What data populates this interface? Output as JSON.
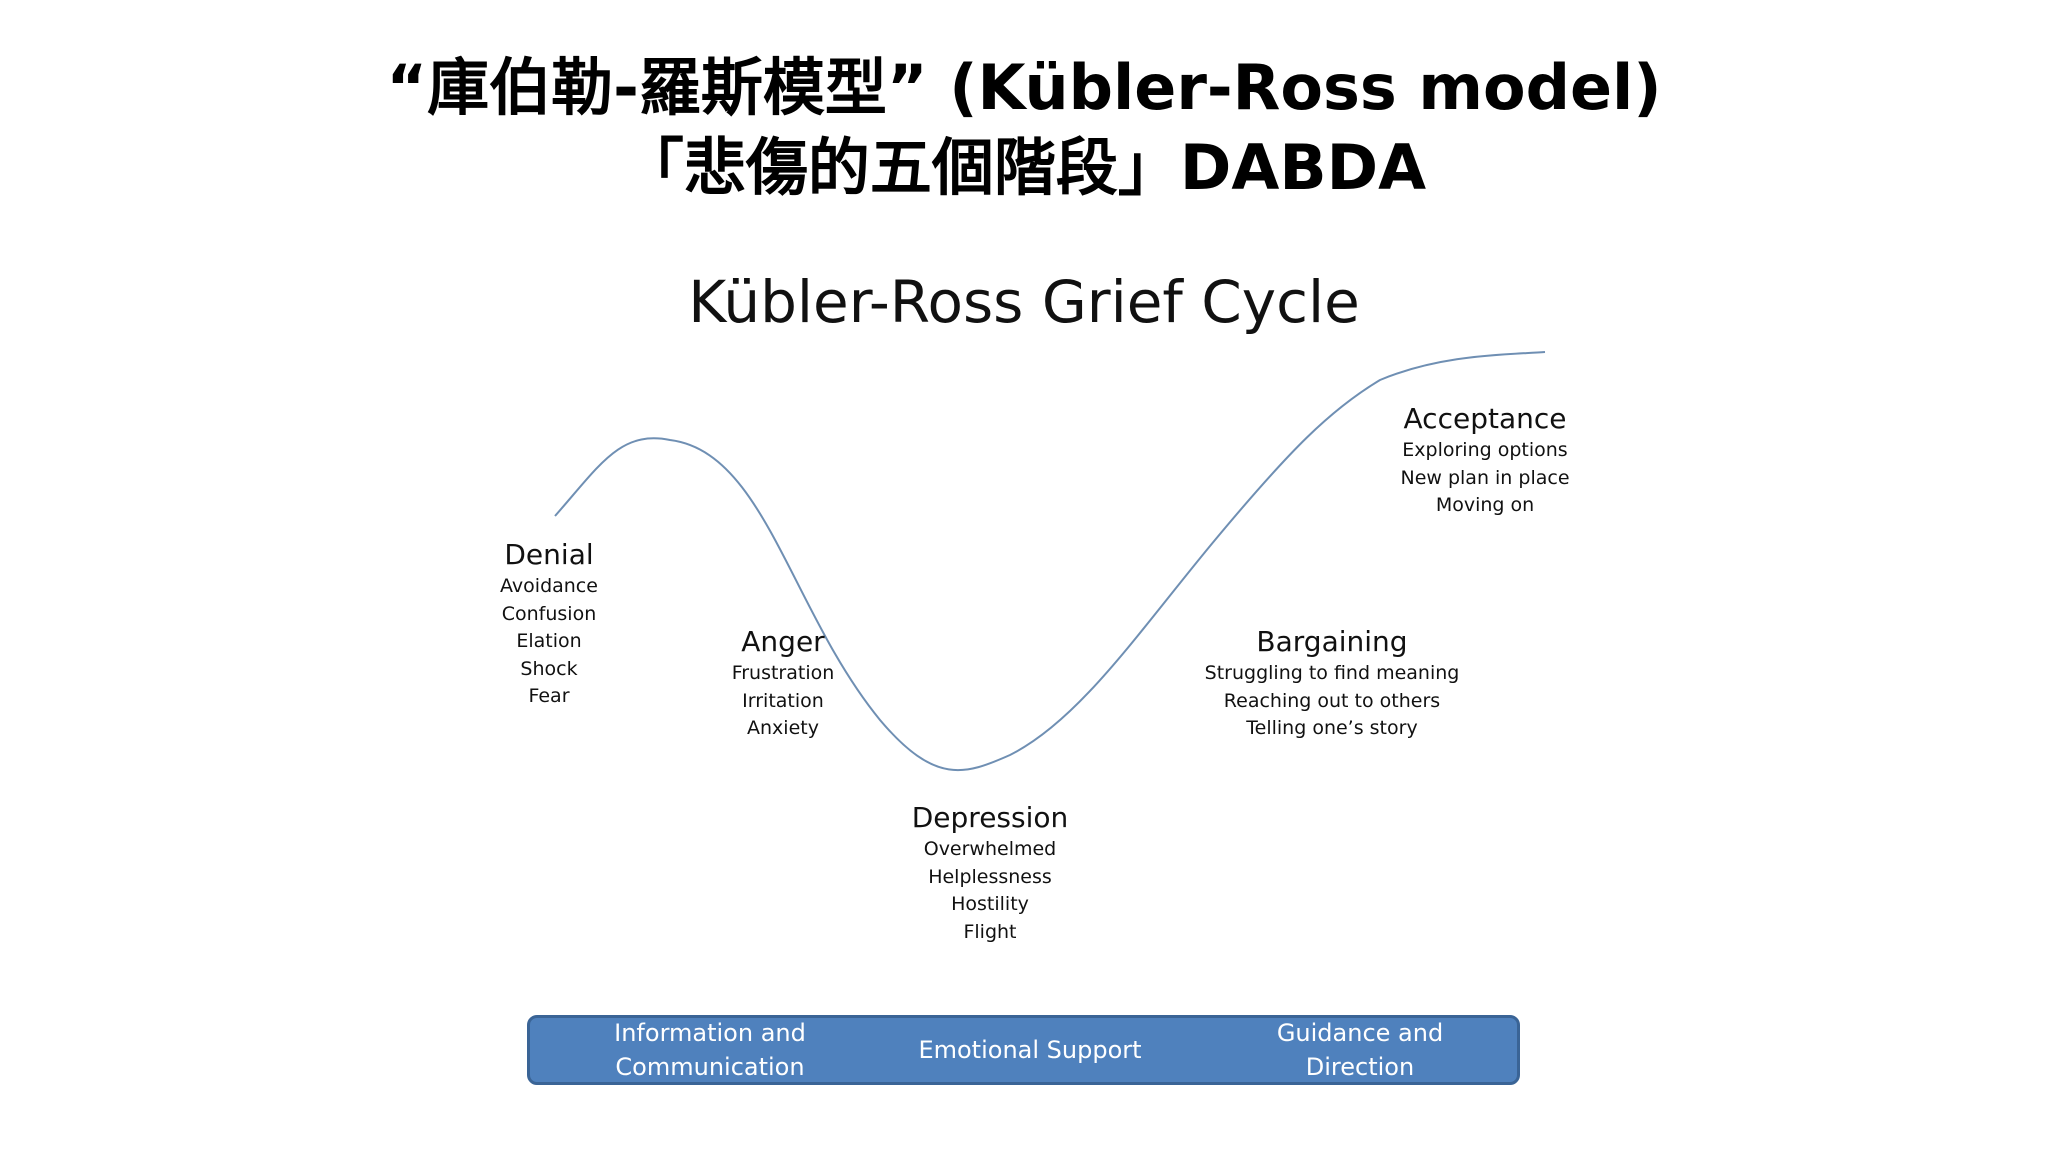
{
  "slide": {
    "title_line_1": "“庫伯勒-羅斯模型” (Kübler-Ross model)",
    "title_line_2": "「悲傷的五個階段」DABDA"
  },
  "diagram": {
    "title": "Kübler-Ross Grief Cycle",
    "curve_color": "#6f8fb3",
    "stages": [
      {
        "name": "Denial",
        "items": [
          "Avoidance",
          "Confusion",
          "Elation",
          "Shock",
          "Fear"
        ]
      },
      {
        "name": "Anger",
        "items": [
          "Frustration",
          "Irritation",
          "Anxiety"
        ]
      },
      {
        "name": "Depression",
        "items": [
          "Overwhelmed",
          "Helplessness",
          "Hostility",
          "Flight"
        ]
      },
      {
        "name": "Bargaining",
        "items": [
          "Struggling to find meaning",
          "Reaching out to others",
          "Telling one’s story"
        ]
      },
      {
        "name": "Acceptance",
        "items": [
          "Exploring options",
          "New plan in place",
          "Moving on"
        ]
      }
    ],
    "support_bar": {
      "color": "#4f81bd",
      "labels": [
        {
          "line1": "Information and",
          "line2": "Communication"
        },
        {
          "line1": "Emotional Support",
          "line2": ""
        },
        {
          "line1": "Guidance and",
          "line2": "Direction"
        }
      ]
    }
  }
}
